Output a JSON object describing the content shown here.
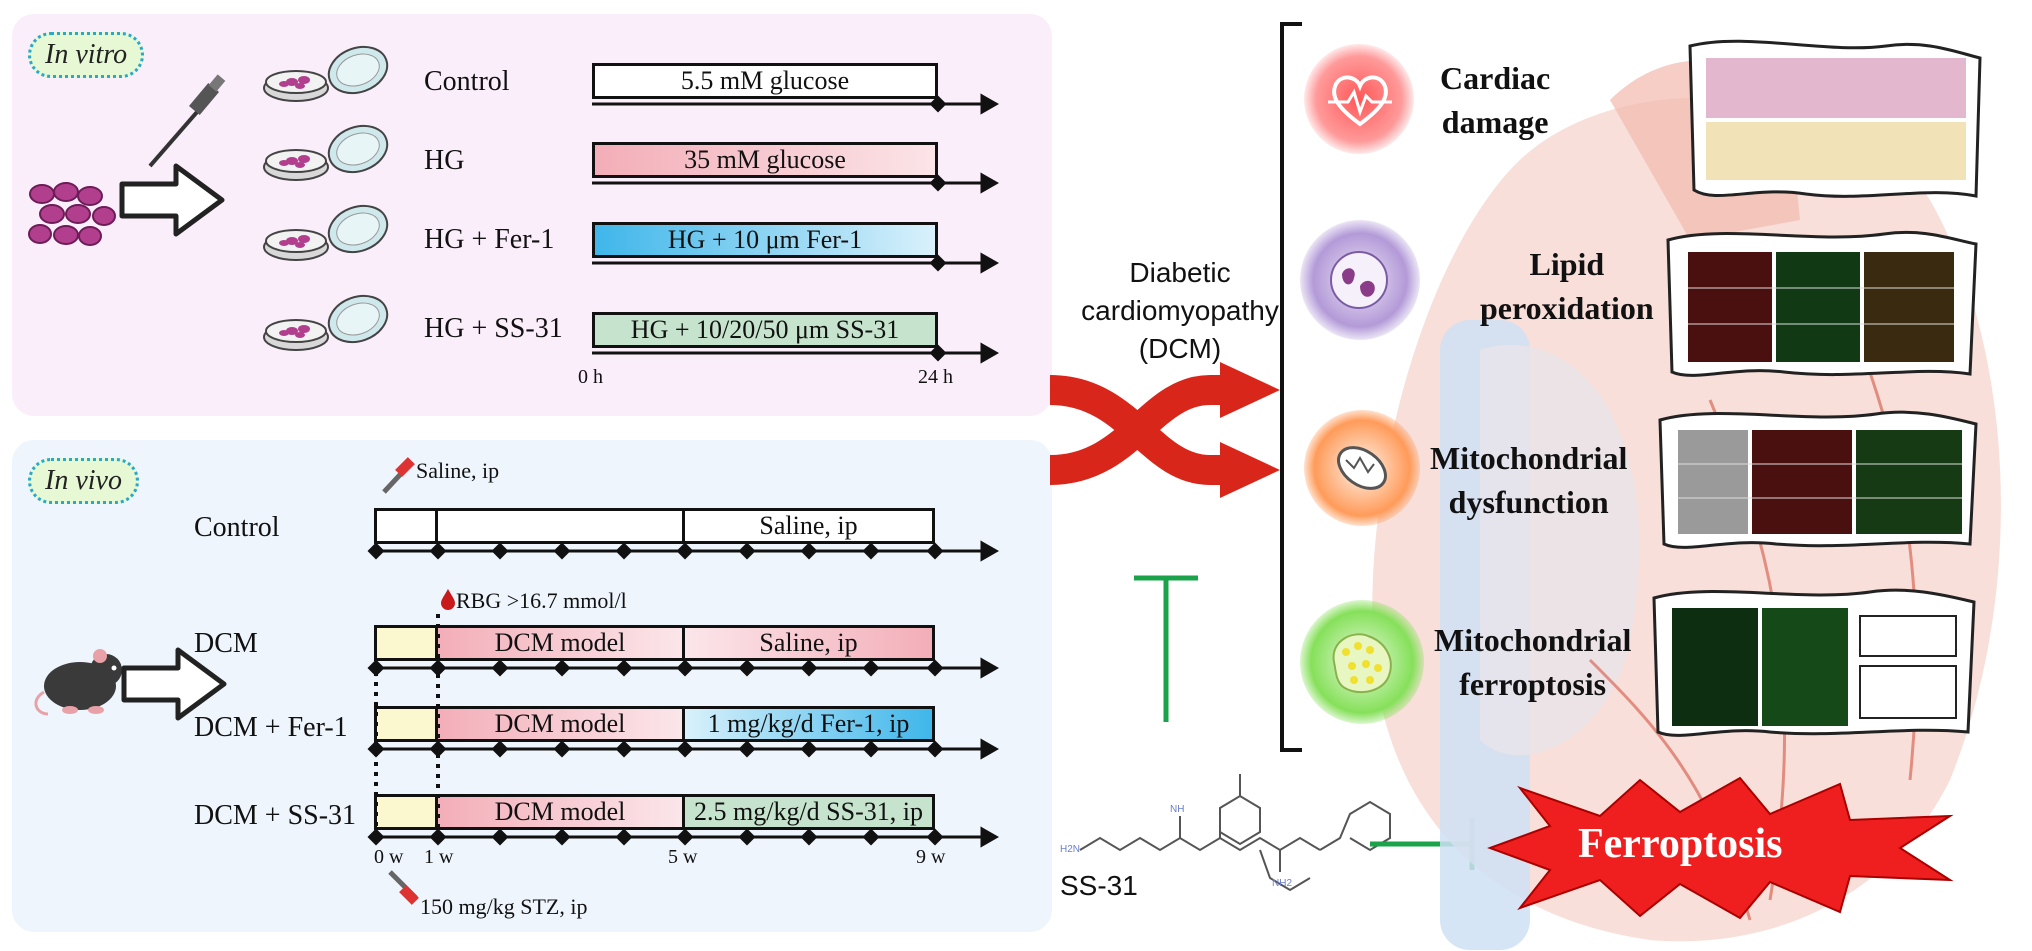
{
  "in_vitro": {
    "badge": "In vitro",
    "groups": [
      {
        "name": "Control",
        "treatment": "5.5 mM glucose",
        "color": "#ffffff"
      },
      {
        "name": "HG",
        "treatment": "35 mM glucose",
        "color": "#f4b8bf"
      },
      {
        "name": "HG + Fer-1",
        "treatment": "HG + 10 μm Fer-1",
        "color": "#5cc3ee"
      },
      {
        "name": "HG + SS-31",
        "treatment": "HG + 10/20/50 μm SS-31",
        "color": "#b6dcc0"
      }
    ],
    "time_start": "0 h",
    "time_end": "24 h"
  },
  "in_vivo": {
    "badge": "In vivo",
    "saline_note": "Saline, ip",
    "rbg_note": "RBG >16.7 mmol/l",
    "stz_note": "150 mg/kg STZ, ip",
    "groups": [
      {
        "name": "Control",
        "phase1": "",
        "phase2": "Saline, ip"
      },
      {
        "name": "DCM",
        "phase1": "DCM model",
        "phase2": "Saline, ip"
      },
      {
        "name": "DCM + Fer-1",
        "phase1": "DCM model",
        "phase2": "1 mg/kg/d Fer-1, ip"
      },
      {
        "name": "DCM + SS-31",
        "phase1": "DCM model",
        "phase2": "2.5 mg/kg/d SS-31, ip"
      }
    ],
    "ticks": [
      "0 w",
      "1 w",
      "5 w",
      "9 w"
    ]
  },
  "center": {
    "disease_line1": "Diabetic",
    "disease_line2": "cardiomyopathy",
    "disease_line3": "(DCM)",
    "drug_label": "SS-31"
  },
  "outcomes": [
    {
      "line1": "Cardiac",
      "line2": "damage",
      "icon": "heart-pulse-icon",
      "glow": "#ff3b3b"
    },
    {
      "line1": "Lipid",
      "line2": "peroxidation",
      "icon": "lipid-cell-icon",
      "glow": "#9a6fd0"
    },
    {
      "line1": "Mitochondrial",
      "line2": "dysfunction",
      "icon": "mitochondrion-icon",
      "glow": "#ff8a3c"
    },
    {
      "line1": "Mitochondrial",
      "line2": "ferroptosis",
      "icon": "ferroptotic-mitochondrion-icon",
      "glow": "#7fe34e"
    }
  ],
  "ferroptosis_label": "Ferroptosis",
  "colors": {
    "arrow_red": "#d8261b",
    "inhibit_green": "#1aa34a",
    "vitro_bg": "#fbeefb",
    "vivo_bg": "#eef5fc"
  }
}
